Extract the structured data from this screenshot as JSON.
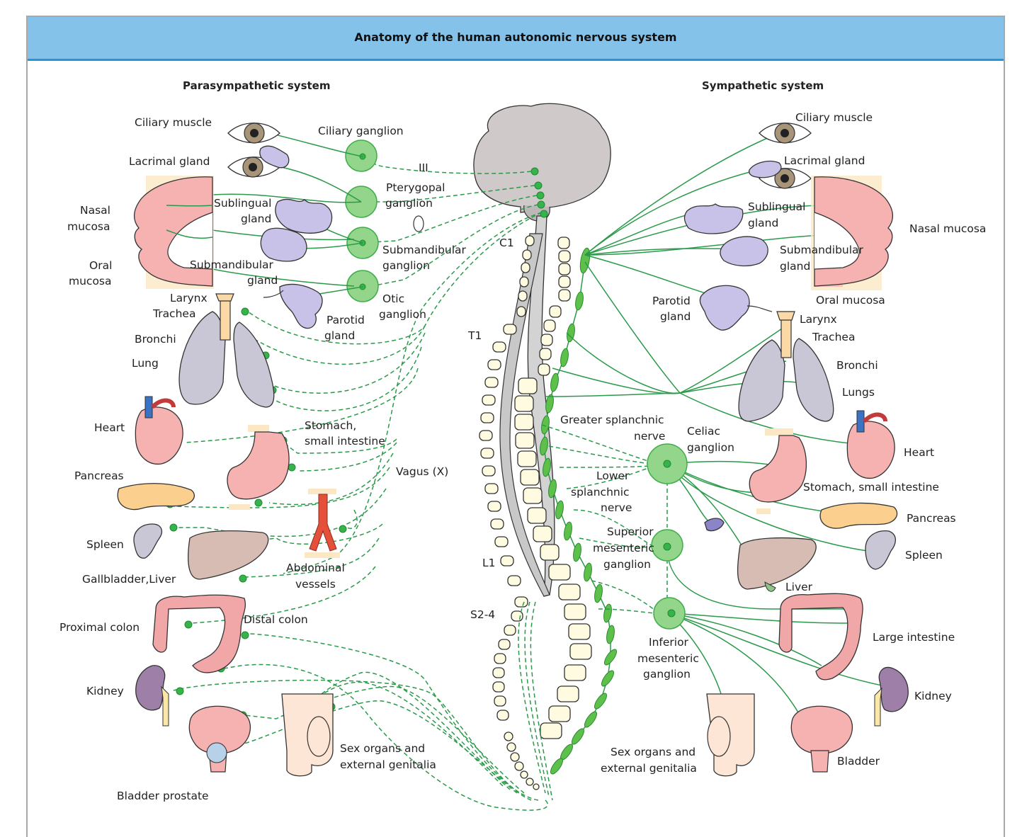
{
  "title": "Anatomy of the human autonomic nervous system",
  "headers": {
    "parasympathetic": "Parasympathetic system",
    "sympathetic": "Sympathetic system"
  },
  "para_labels": {
    "ciliary_muscle": "Ciliary muscle",
    "lacrimal_gland": "Lacrimal gland",
    "nasal_1": "Nasal",
    "nasal_2": "mucosa",
    "oral_1": "Oral",
    "oral_2": "mucosa",
    "sublingual_1": "Sublingual",
    "sublingual_2": "gland",
    "submandibular_1": "Submandibular",
    "submandibular_2": "gland",
    "larynx": "Larynx",
    "trachea": "Trachea",
    "bronchi": "Bronchi",
    "lung": "Lung",
    "heart": "Heart",
    "pancreas": "Pancreas",
    "spleen": "Spleen",
    "gallbladder_liver": "Gallbladder,Liver",
    "proximal_colon": "Proximal colon",
    "kidney": "Kidney",
    "bladder_prostate": "Bladder prostate",
    "ciliary_ganglion": "Ciliary ganglion",
    "cn_iii": "III",
    "pterygopal_1": "Pterygopal",
    "pterygopal_2": "ganglion",
    "submandibular_gang_1": "Submandibular",
    "submandibular_gang_2": "ganglion",
    "otic_1": "Otic",
    "otic_2": "ganglion",
    "parotid_1": "Parotid",
    "parotid_2": "gland",
    "stomach_1": "Stomach,",
    "stomach_2": "small intestine",
    "vagus": "Vagus (X)",
    "abdominal_1": "Abdominal",
    "abdominal_2": "vessels",
    "distal_colon": "Distal colon",
    "sex_organs_1": "Sex organs and",
    "sex_organs_2": "external genitalia"
  },
  "spine_labels": {
    "c1": "C1",
    "t1": "T1",
    "l1": "L1",
    "s24": "S2-4"
  },
  "symp_labels": {
    "ciliary_muscle": "Ciliary muscle",
    "lacrimal_gland": "Lacrimal gland",
    "sublingual_1": "Sublingual",
    "sublingual_2": "gland",
    "nasal_mucosa": "Nasal mucosa",
    "submandibular_1": "Submandibular",
    "submandibular_2": "gland",
    "parotid_1": "Parotid",
    "parotid_2": "gland",
    "oral_mucosa": "Oral mucosa",
    "larynx": "Larynx",
    "trachea": "Trachea",
    "bronchi": "Bronchi",
    "lungs": "Lungs",
    "greater_splanchnic_1": "Greater splanchnic",
    "greater_splanchnic_2": "nerve",
    "celiac_1": "Celiac",
    "celiac_2": "ganglion",
    "heart": "Heart",
    "stomach": "Stomach, small intestine",
    "lower_splanchnic_1": "Lower",
    "lower_splanchnic_2": "splanchnic",
    "lower_splanchnic_3": "nerve",
    "pancreas": "Pancreas",
    "superior_mes_1": "Superior",
    "superior_mes_2": "mesenteric",
    "superior_mes_3": "ganglion",
    "spleen": "Spleen",
    "liver": "Liver",
    "large_intestine": "Large intestine",
    "inferior_mes_1": "Inferior",
    "inferior_mes_2": "mesenteric",
    "inferior_mes_3": "ganglion",
    "kidney": "Kidney",
    "sex_organs_1": "Sex organs and",
    "sex_organs_2": "external genitalia",
    "bladder": "Bladder"
  },
  "colors": {
    "header_bg": "#85c2ea",
    "nerve_green": "#2a9a4a",
    "ganglion_fill": "#93d58a",
    "brain_gray": "#cfc9c9",
    "lung_gray": "#c9c7d6",
    "gland_purple": "#c9c2e8",
    "stomach_pink": "#f6b1b1",
    "colon_pink": "#f1a7a7",
    "liver_brown": "#d7bcb4",
    "pancreas_orange": "#fbcf8e",
    "kidney_purple": "#9d7fa7",
    "vessel_red": "#e4503a"
  },
  "icons": [
    "eye-icon",
    "brain-icon",
    "spine-icon",
    "lung-icon",
    "heart-icon",
    "stomach-icon",
    "colon-icon",
    "kidney-icon",
    "bladder-icon",
    "liver-icon",
    "pancreas-icon",
    "spleen-icon",
    "gland-icon",
    "head-icon",
    "genitalia-icon",
    "vessel-icon"
  ]
}
